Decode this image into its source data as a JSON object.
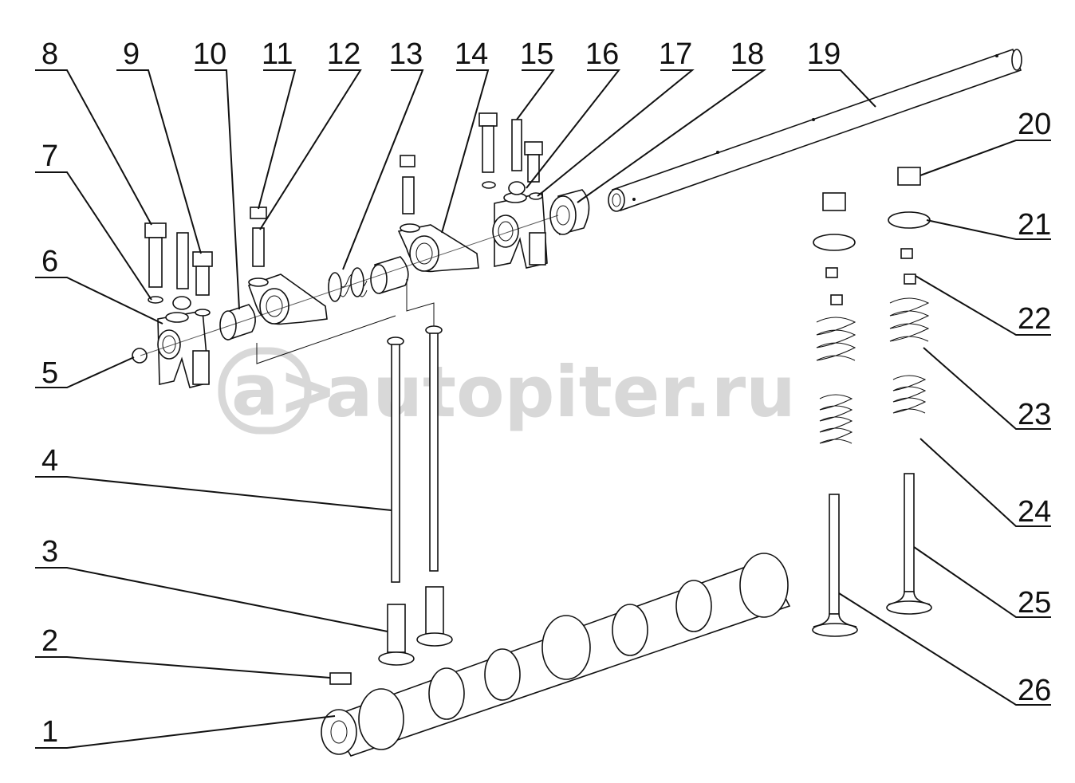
{
  "labels": [
    "1",
    "2",
    "3",
    "4",
    "5",
    "6",
    "7",
    "8",
    "9",
    "10",
    "11",
    "12",
    "13",
    "14",
    "15",
    "16",
    "17",
    "18",
    "19",
    "20",
    "21",
    "22",
    "23",
    "24",
    "25",
    "26"
  ],
  "watermark": {
    "logo_text": "a>",
    "site_text": "autopiter.ru",
    "color": "#d4d4d4"
  }
}
